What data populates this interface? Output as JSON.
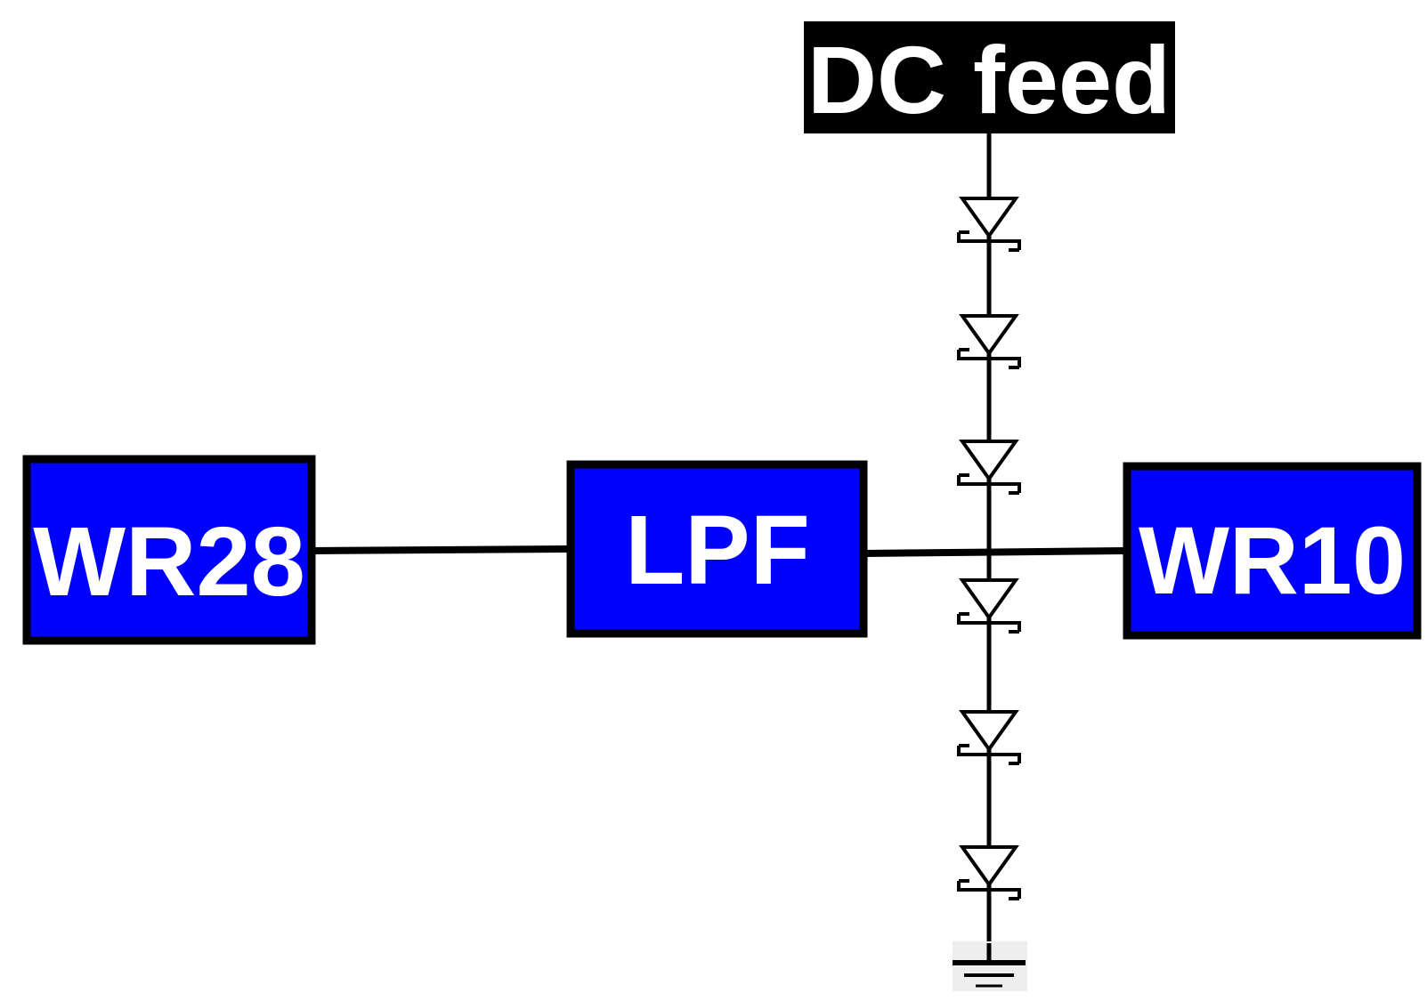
{
  "blocks": {
    "wr28": {
      "label": "WR28"
    },
    "lpf": {
      "label": "LPF"
    },
    "wr10": {
      "label": "WR10"
    },
    "dc_feed": {
      "label": "DC feed"
    }
  },
  "diodes": {
    "count": 6
  },
  "colors": {
    "block_fill": "#0000ff",
    "block_border": "#000000",
    "label_text": "#ffffff",
    "wire": "#000000",
    "dc_feed_fill": "#000000"
  },
  "icons": [
    "diode-icon",
    "ground-icon"
  ]
}
